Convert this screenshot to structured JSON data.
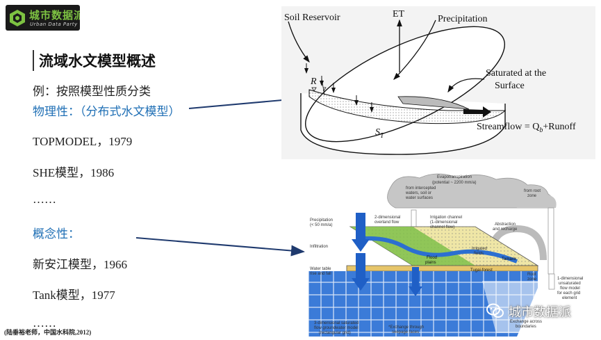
{
  "logo": {
    "brand": "城市数据派",
    "subtitle": "Urban Data Party"
  },
  "slide": {
    "title": "流域水文模型概述",
    "intro": "例：按照模型性质分类",
    "physical_heading": "物理性：（分布式水文模型）",
    "physical_items": [
      "TOPMODEL，1979",
      "SHE模型，1986",
      "……"
    ],
    "conceptual_heading": "概念性：",
    "conceptual_items": [
      "新安江模型，1966",
      "Tank模型，1977",
      "……"
    ],
    "citation": "(陆垂裕老师，中国水科院,2012)"
  },
  "diagram_top": {
    "soil_reservoir": "Soil Reservoir",
    "et": "ET",
    "precipitation": "Precipitation",
    "saturated_line1": "Saturated at the",
    "saturated_line2": "Surface",
    "streamflow": "Streamflow = Q",
    "streamflow_sub": "b",
    "streamflow_tail": "+Runoff",
    "r_label": "R",
    "z_label": "z",
    "st_label": "S",
    "st_sub": "T"
  },
  "diagram_bottom": {
    "evapotranspiration": "Evapotranspiration",
    "evap_potential": "(potential ~ 2200 mm/a)",
    "from_intercepted_1": "from intercepted",
    "from_intercepted_2": "waters, soil or",
    "from_intercepted_3": "water surfaces",
    "from_root_1": "from root",
    "from_root_2": "zone",
    "overland_1": "2-dimensional",
    "overland_2": "overland flow",
    "irrigation_1": "Irrigation channel",
    "irrigation_2": "(1-dimensional",
    "irrigation_3": "channel flow)",
    "abstraction_1": "Abstraction",
    "abstraction_2": "and recharge",
    "precip_1": "Precipitation",
    "precip_2": "(< 50 mm/a)",
    "infiltration": "Infiltration",
    "irrigated_1": "Irrigated",
    "irrigated_2": "fields",
    "flood_1": "Flood",
    "flood_2": "plains",
    "tamarix": "Tamarix",
    "tugai": "Tugai-forest",
    "root_1": "Root",
    "root_2": "zone",
    "watertable_1": "Water table",
    "watertable_2": "rise and fall",
    "unsat_1": "1-dimensional",
    "unsat_2": "unsaturated",
    "unsat_3": "flow model",
    "unsat_4": "for each grid",
    "unsat_5": "element",
    "exchange_1": "Exchange across",
    "exchange_2": "boundaries",
    "gw_1": "3-dimensional saturated",
    "gw_2": "flow groundwater model",
    "gw_3": "(rectangular grid)",
    "seepage_1": "*Exchange through",
    "seepage_2": "seepage faces"
  },
  "watermark": "城市数据派",
  "colors": {
    "accent_blue": "#1f6fb5",
    "arrow_navy": "#1f3a6e",
    "logo_green": "#7dc242"
  }
}
